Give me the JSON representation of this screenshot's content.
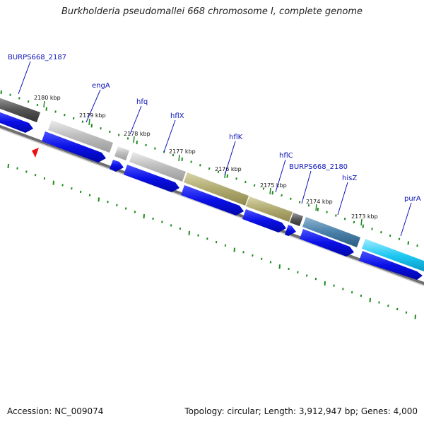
{
  "map": {
    "title": "Burkholderia pseudomallei 668 chromosome I, complete genome",
    "accession": "Accession: NC_009074",
    "summary": "Topology: circular; Length: 3,912,947 bp; Genes: 4,000"
  },
  "kbp_labels": [
    "2180 kbp",
    "2179 kbp",
    "2178 kbp",
    "2177 kbp",
    "2176 kbp",
    "2175 kbp",
    "2174 kbp",
    "2173 kbp"
  ],
  "genes": [
    {
      "name": "BURPS668_2187",
      "color": "#555555"
    },
    {
      "name": "engA",
      "color": "#c2c2c2"
    },
    {
      "name": "hfq",
      "color": "#bdbdbd"
    },
    {
      "name": "hflX",
      "color": "#bebebe"
    },
    {
      "name": "hflK",
      "color": "#b4ae74"
    },
    {
      "name": "hflC",
      "color": "#b4ae74"
    },
    {
      "name": "BURPS668_2180",
      "color": "#666666"
    },
    {
      "name": "hisZ",
      "color": "#4a83ad"
    },
    {
      "name": "purA",
      "color": "#1bc8f0"
    }
  ],
  "colors": {
    "cds": "#0a10e6",
    "tick": "#1e8a1e",
    "label": "#0b13b8",
    "marker": "#ee1111"
  }
}
